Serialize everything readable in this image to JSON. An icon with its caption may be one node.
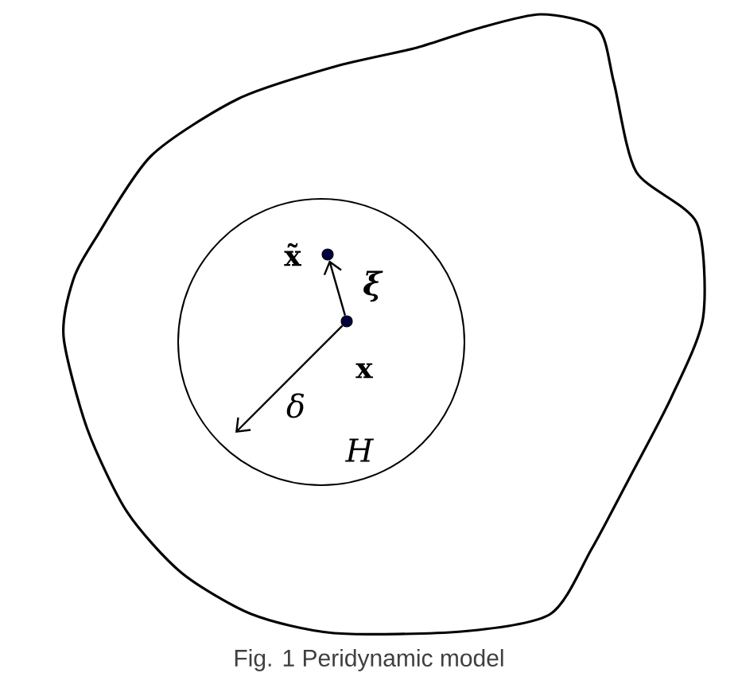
{
  "diagram": {
    "caption": "Fig. 1 Peridynamic model",
    "nodes": [
      {
        "text": [
          "H"
        ]
      },
      {
        "text": [],
        "shape": "circle",
        "in": 0,
        "beside": [
          "x"
        ]
      },
      {
        "text": [],
        "shape": "circle",
        "in": 0,
        "beside": [
          "x̃"
        ]
      }
    ],
    "edges": [
      {
        "from": 1,
        "to": 2,
        "arrow": "to",
        "label": "ξ"
      },
      {
        "from": 1,
        "to": null,
        "arrow": "to",
        "label": "δ"
      }
    ]
  }
}
